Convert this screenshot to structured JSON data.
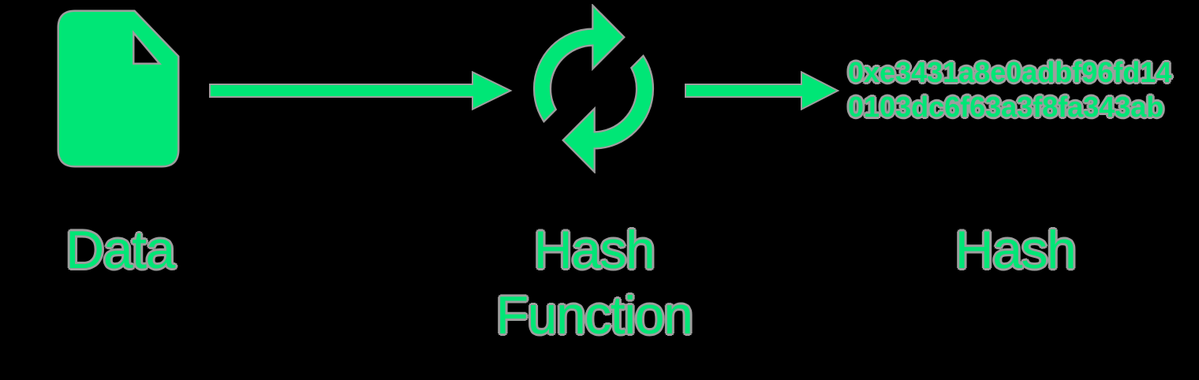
{
  "colors": {
    "accent": "#00e676",
    "halo": "#9e9e9e",
    "background": "#000000"
  },
  "nodes": {
    "data": {
      "label": "Data",
      "icon": "document-icon"
    },
    "hash_function": {
      "label": "Hash Function",
      "icon": "sync-icon"
    },
    "hash": {
      "label": "Hash"
    }
  },
  "connectors": [
    {
      "type": "arrow-right"
    },
    {
      "type": "arrow-right"
    }
  ],
  "hash_output": {
    "line1": "0xe3431a8e0adbf96fd14",
    "line2": "0103dc6f63a3f8fa343ab"
  }
}
